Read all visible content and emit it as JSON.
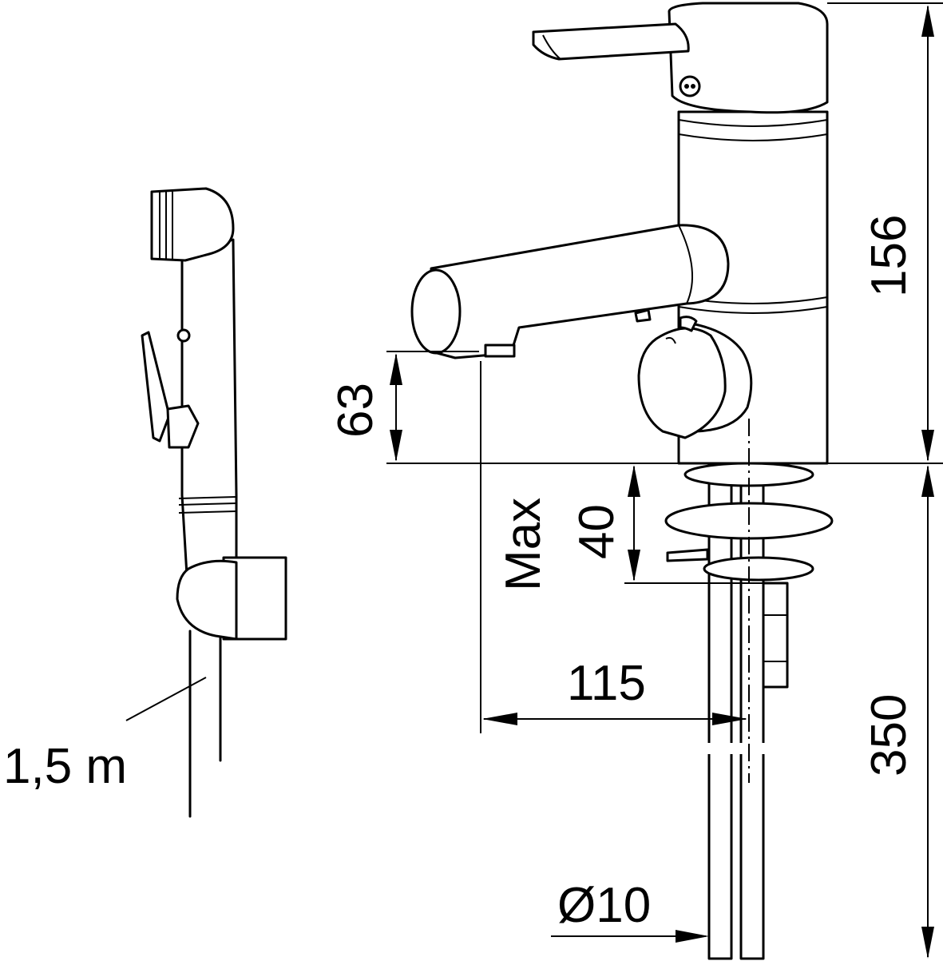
{
  "dimensions": {
    "faucet_height": "156",
    "spout_height": "63",
    "deck_thickness_label": "Max",
    "deck_thickness_value": "40",
    "spout_reach": "115",
    "hose_length_supply": "350",
    "pipe_diameter": "Ø10",
    "shower_hose_length": "1,5 m"
  },
  "colors": {
    "line": "#000000",
    "background": "#ffffff"
  }
}
